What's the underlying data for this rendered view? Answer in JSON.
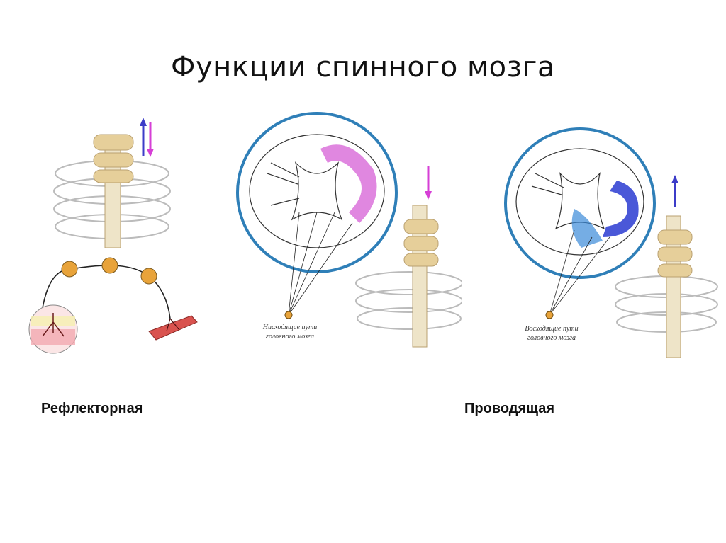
{
  "slide": {
    "title": "Функции спинного мозга"
  },
  "captions": {
    "reflex": "Рефлекторная",
    "conduct": "Проводящая"
  },
  "figures": {
    "descending": {
      "line1": "Нисходящие пути",
      "line2": "головного мозга",
      "highlight_color": "#d65fd6"
    },
    "ascending": {
      "line1": "Восходящие пути",
      "line2": "головного мозга",
      "highlight_color": "#2a3bd1"
    }
  },
  "colors": {
    "circle_ring": "#2f7fb8",
    "neuron": "#e8a33a",
    "bone": "#e6cf9a",
    "arrow_up": "#3c3cc8",
    "arrow_down": "#d63fd6"
  }
}
